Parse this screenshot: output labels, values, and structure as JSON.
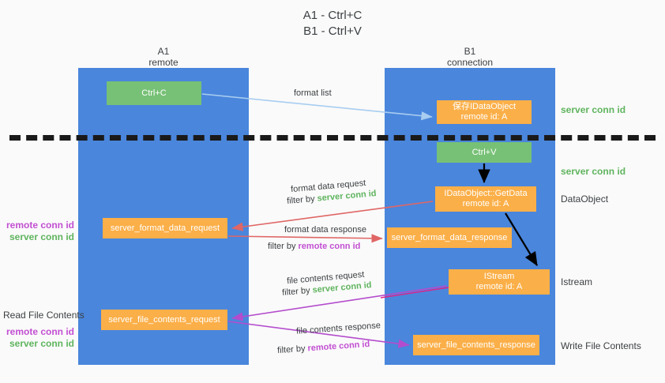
{
  "title": {
    "line1": "A1 - Ctrl+C",
    "line2": "B1 - Ctrl+V"
  },
  "colors": {
    "lane": "#4a86dc",
    "node_green": "#77c176",
    "node_orange": "#fbaf48",
    "server_conn": "#5fb45e",
    "remote_conn": "#c24fd2",
    "arrow_blue": "#a8cdf0",
    "arrow_red": "#e06666",
    "arrow_magenta": "#e0218a",
    "arrow_purple": "#b44ccd",
    "arrow_black": "#000000",
    "background": "#fafafa"
  },
  "columns": [
    {
      "name": "A1",
      "sub": "remote"
    },
    {
      "name": "B1",
      "sub": "connection"
    }
  ],
  "nodes": {
    "ctrl_c": {
      "label": "Ctrl+C"
    },
    "idataobject": {
      "line1": "保存IDataObject",
      "line2": "remote id: A"
    },
    "ctrl_v": {
      "label": "Ctrl+V"
    },
    "getdata": {
      "line1": "IDataObject::GetData",
      "line2": "remote id: A"
    },
    "format_data_request": {
      "label": "server_format_data_request"
    },
    "format_data_response": {
      "label": "server_format_data_response"
    },
    "istream": {
      "line1": "IStream",
      "line2": "remote id: A"
    },
    "file_contents_request": {
      "label": "server_file_contents_request"
    },
    "file_contents_response": {
      "label": "server_file_contents_response"
    }
  },
  "edge_labels": {
    "format_list": "format list",
    "format_data_request": "format data request",
    "format_data_request_filter_prefix": "filter by ",
    "format_data_request_filter_key": "server conn id",
    "format_data_response": "format data response",
    "format_data_response_filter_prefix": "filter by ",
    "format_data_response_filter_key": "remote conn id",
    "file_contents_request": "file contents request",
    "file_contents_request_filter_prefix": "filter by ",
    "file_contents_request_filter_key": "server conn id",
    "file_contents_response": "file contents response",
    "file_contents_response_filter_prefix": "filter by ",
    "file_contents_response_filter_key": "remote conn id"
  },
  "side_notes": {
    "server_conn_top": "server conn id",
    "server_conn_mid": "server conn id",
    "dataobject": "DataObject",
    "istream": "Istream",
    "write_file_contents": "Write File Contents",
    "read_file_contents": "Read File Contents",
    "remote_conn_id": "remote conn id",
    "server_conn_id": "server conn id"
  }
}
